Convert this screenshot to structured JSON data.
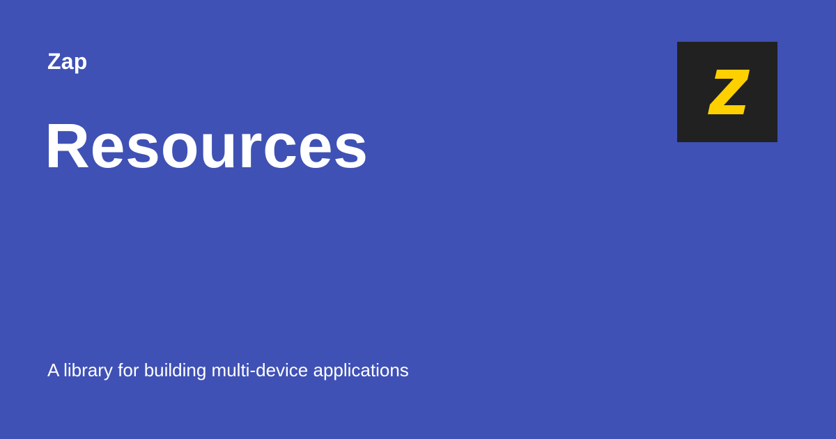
{
  "site": {
    "name": "Zap"
  },
  "page": {
    "title": "Resources",
    "description": "A library for building multi-device applications"
  },
  "logo": {
    "icon": "zap-logo-icon",
    "background_color": "#212121",
    "letter_color": "#ffd000"
  },
  "colors": {
    "background": "#3f51b5",
    "text": "#ffffff"
  }
}
